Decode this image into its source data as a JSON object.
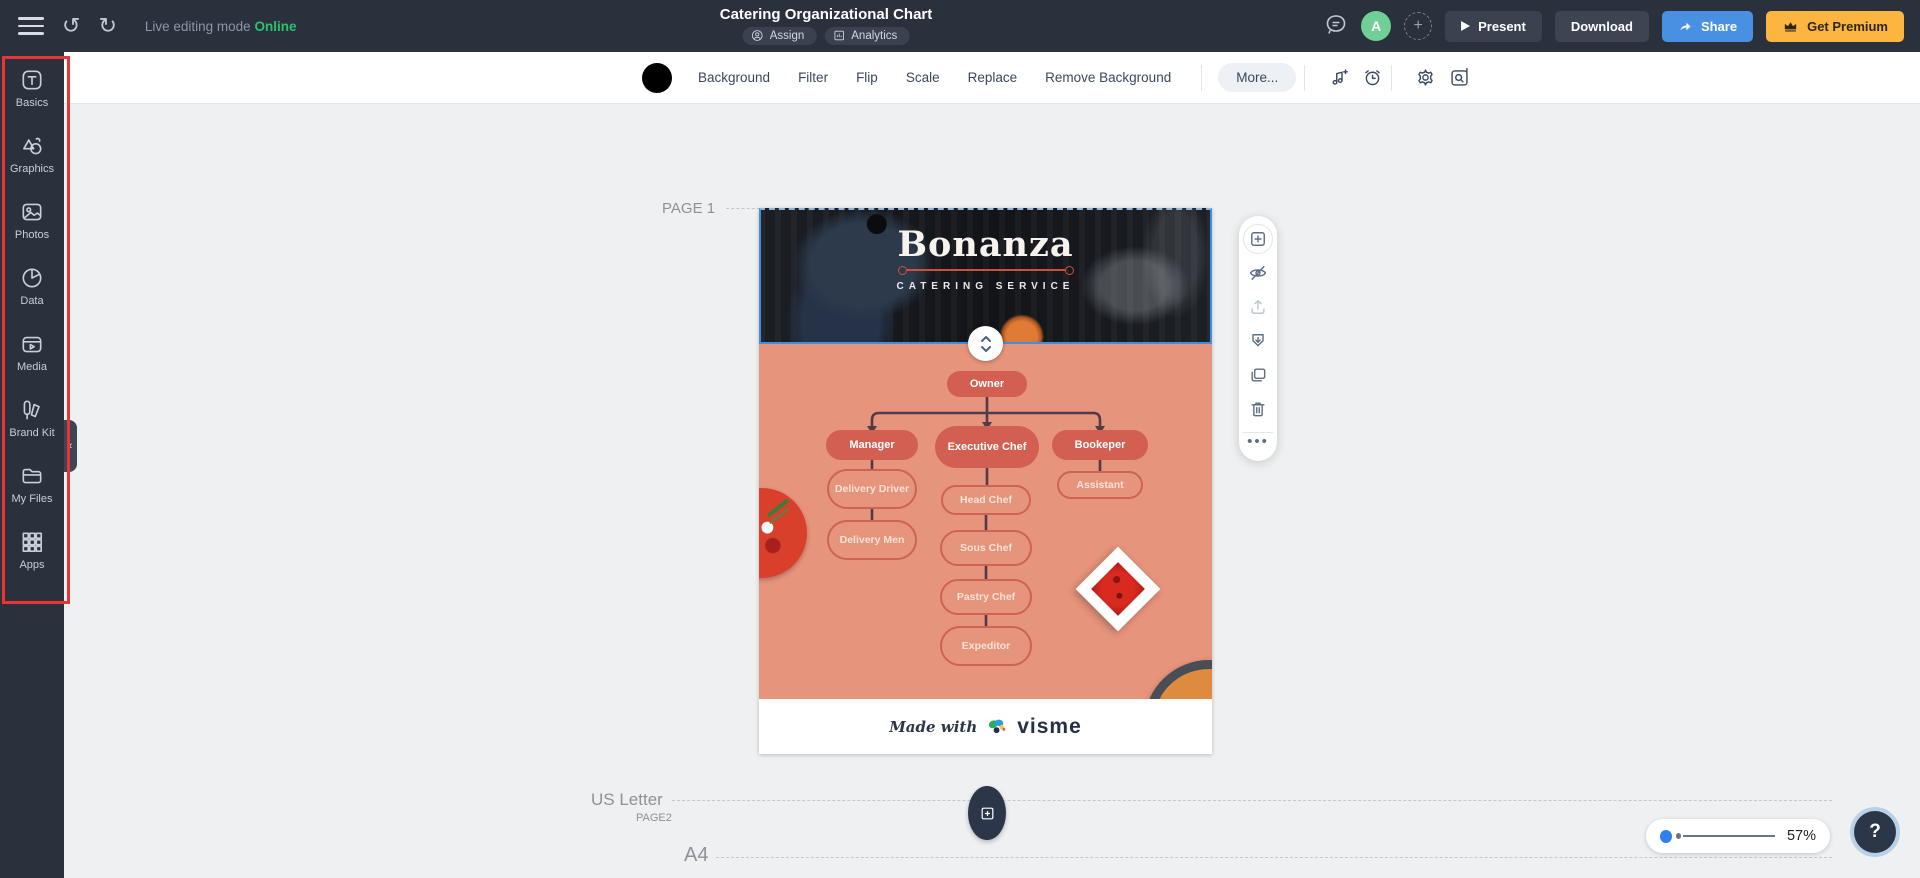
{
  "header": {
    "live_label": "Live editing mode",
    "live_status": "Online",
    "title": "Catering Organizational Chart",
    "assign": "Assign",
    "analytics": "Analytics",
    "present": "Present",
    "download": "Download",
    "share": "Share",
    "premium": "Get Premium",
    "avatar_initial": "A"
  },
  "sidebar": {
    "items": [
      {
        "label": "Basics",
        "icon": "text-icon"
      },
      {
        "label": "Graphics",
        "icon": "shapes-icon"
      },
      {
        "label": "Photos",
        "icon": "photo-icon"
      },
      {
        "label": "Data",
        "icon": "pie-chart-icon"
      },
      {
        "label": "Media",
        "icon": "video-icon"
      },
      {
        "label": "Brand Kit",
        "icon": "markers-icon"
      },
      {
        "label": "My Files",
        "icon": "folder-icon"
      },
      {
        "label": "Apps",
        "icon": "grid-icon"
      }
    ]
  },
  "toolbar": {
    "items": [
      "Background",
      "Filter",
      "Flip",
      "Scale",
      "Replace",
      "Remove Background"
    ],
    "more": "More...",
    "swatch_color": "#000000"
  },
  "canvas": {
    "page1": "PAGE 1",
    "page2": "PAGE2",
    "us_letter": "US Letter",
    "a4": "A4",
    "zoom": "57%",
    "help": "?"
  },
  "design": {
    "brand": "Bonanza",
    "subtitle": "CATERING SERVICE",
    "made_with": "Made with",
    "logo": "visme",
    "colors": {
      "org_background": "#E6947C",
      "node_fill": "#D25F51",
      "node_outline": "#CD6352",
      "connector": "#533A4B",
      "banner_bg": "#17191D"
    },
    "orgchart": {
      "type": "org-tree",
      "nodes": [
        {
          "label": "Owner",
          "style": "filled"
        },
        {
          "label": "Manager",
          "style": "filled"
        },
        {
          "label": "Executive Chef",
          "style": "filled"
        },
        {
          "label": "Bookeper",
          "style": "filled"
        },
        {
          "label": "Delivery Driver",
          "style": "outline"
        },
        {
          "label": "Head Chef",
          "style": "outline"
        },
        {
          "label": "Assistant",
          "style": "outline"
        },
        {
          "label": "Delivery Men",
          "style": "outline"
        },
        {
          "label": "Sous Chef",
          "style": "outline"
        },
        {
          "label": "Pastry Chef",
          "style": "outline"
        },
        {
          "label": "Expeditor",
          "style": "outline"
        }
      ],
      "edges": [
        [
          "Owner",
          "Manager"
        ],
        [
          "Owner",
          "Executive Chef"
        ],
        [
          "Owner",
          "Bookeper"
        ],
        [
          "Manager",
          "Delivery Driver"
        ],
        [
          "Delivery Driver",
          "Delivery Men"
        ],
        [
          "Executive Chef",
          "Head Chef"
        ],
        [
          "Head Chef",
          "Sous Chef"
        ],
        [
          "Sous Chef",
          "Pastry Chef"
        ],
        [
          "Pastry Chef",
          "Expeditor"
        ],
        [
          "Bookeper",
          "Assistant"
        ]
      ]
    }
  }
}
